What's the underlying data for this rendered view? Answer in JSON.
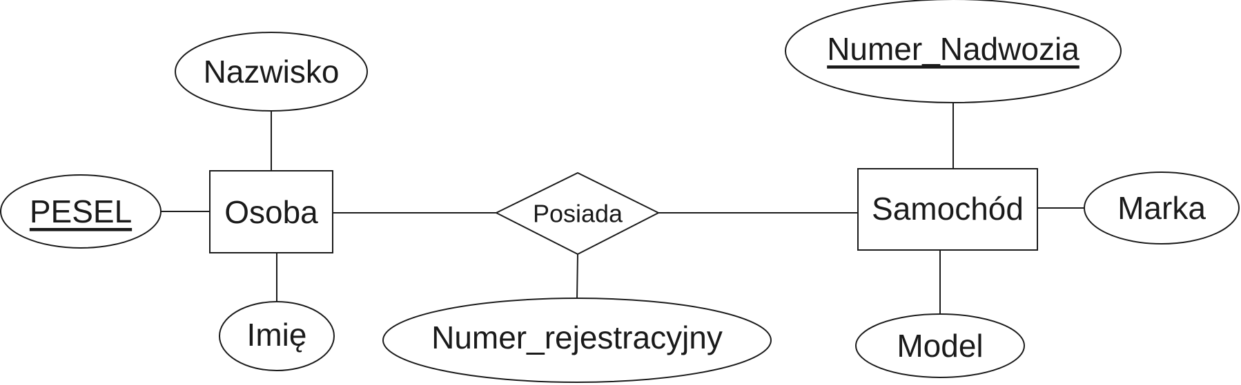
{
  "entities": {
    "osoba": "Osoba",
    "samochod": "Samochód"
  },
  "relationship": {
    "posiada": "Posiada"
  },
  "attributes": {
    "nazwisko": "Nazwisko",
    "pesel": "PESEL",
    "imie": "Imię",
    "numer_rejestracyjny": "Numer_rejestracyjny",
    "numer_nadwozia": "Numer_Nadwozia",
    "marka": "Marka",
    "model": "Model"
  },
  "key_attributes": [
    "PESEL",
    "Numer_Nadwozia"
  ]
}
